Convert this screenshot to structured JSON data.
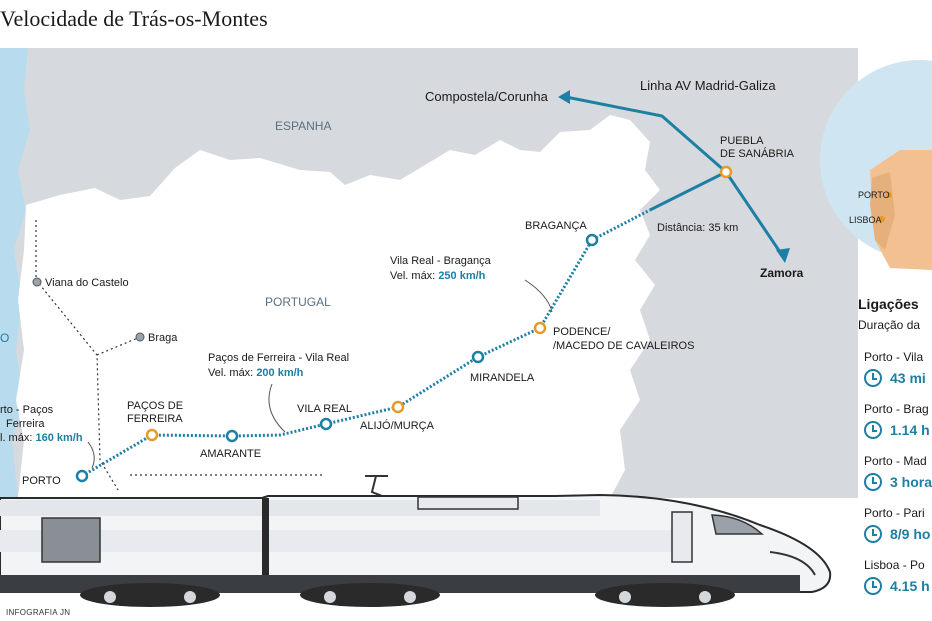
{
  "title": "Velocidade de Trás-os-Montes",
  "credit": "INFOGRAFIA JN",
  "regions": {
    "spain": "ESPANHA",
    "portugal": "PORTUGAL"
  },
  "places": {
    "compostela": "Compostela/Corunha",
    "line_madrid_galiza": "Linha AV Madrid-Galiza",
    "puebla_1": "PUEBLA",
    "puebla_2": "DE SANÁBRIA",
    "distance": "Distância: 35 km",
    "zamora": "Zamora",
    "braganca": "BRAGANÇA",
    "viana": "Viana do Castelo",
    "braga": "Braga",
    "podence_1": "PODENCE/",
    "podence_2": "/MACEDO DE CAVALEIROS",
    "mirandela": "MIRANDELA",
    "vila_real": "VILA REAL",
    "alijo": "ALIJÓ/MURÇA",
    "pacos_1": "PAÇOS DE",
    "pacos_2": "FERREIRA",
    "amarante": "AMARANTE",
    "porto": "PORTO",
    "globe_porto": "PORTO",
    "globe_lisboa": "LISBOA",
    "porto_cut": "O"
  },
  "segments": {
    "vr_braganca": {
      "name": "Vila Real - Bragança",
      "label": "Vel. máx:",
      "speed": "250 km/h"
    },
    "pf_vila_real": {
      "name": "Paços de Ferreira - Vila Real",
      "label": "Vel. máx:",
      "speed": "200 km/h"
    },
    "porto_pacos": {
      "name_1": "rto - Paços",
      "name_2": "Ferreira",
      "label": "l. máx:",
      "speed": "160 km/h"
    }
  },
  "connections": {
    "title": "Ligações",
    "subtitle": "Duração da",
    "items": [
      {
        "route": "Porto - Vila",
        "time": "43 mi"
      },
      {
        "route": "Porto - Brag",
        "time": "1.14 h"
      },
      {
        "route": "Porto - Mad",
        "time": "3 hora"
      },
      {
        "route": "Porto - Pari",
        "time": "8/9 ho"
      },
      {
        "route": "Lisboa - Po",
        "time": "4.15 h"
      }
    ]
  },
  "colors": {
    "route_blue": "#1d7fa3",
    "land_gray": "#d6dade",
    "sea_blue": "#b8dced",
    "station_orange": "#e69a2a"
  }
}
